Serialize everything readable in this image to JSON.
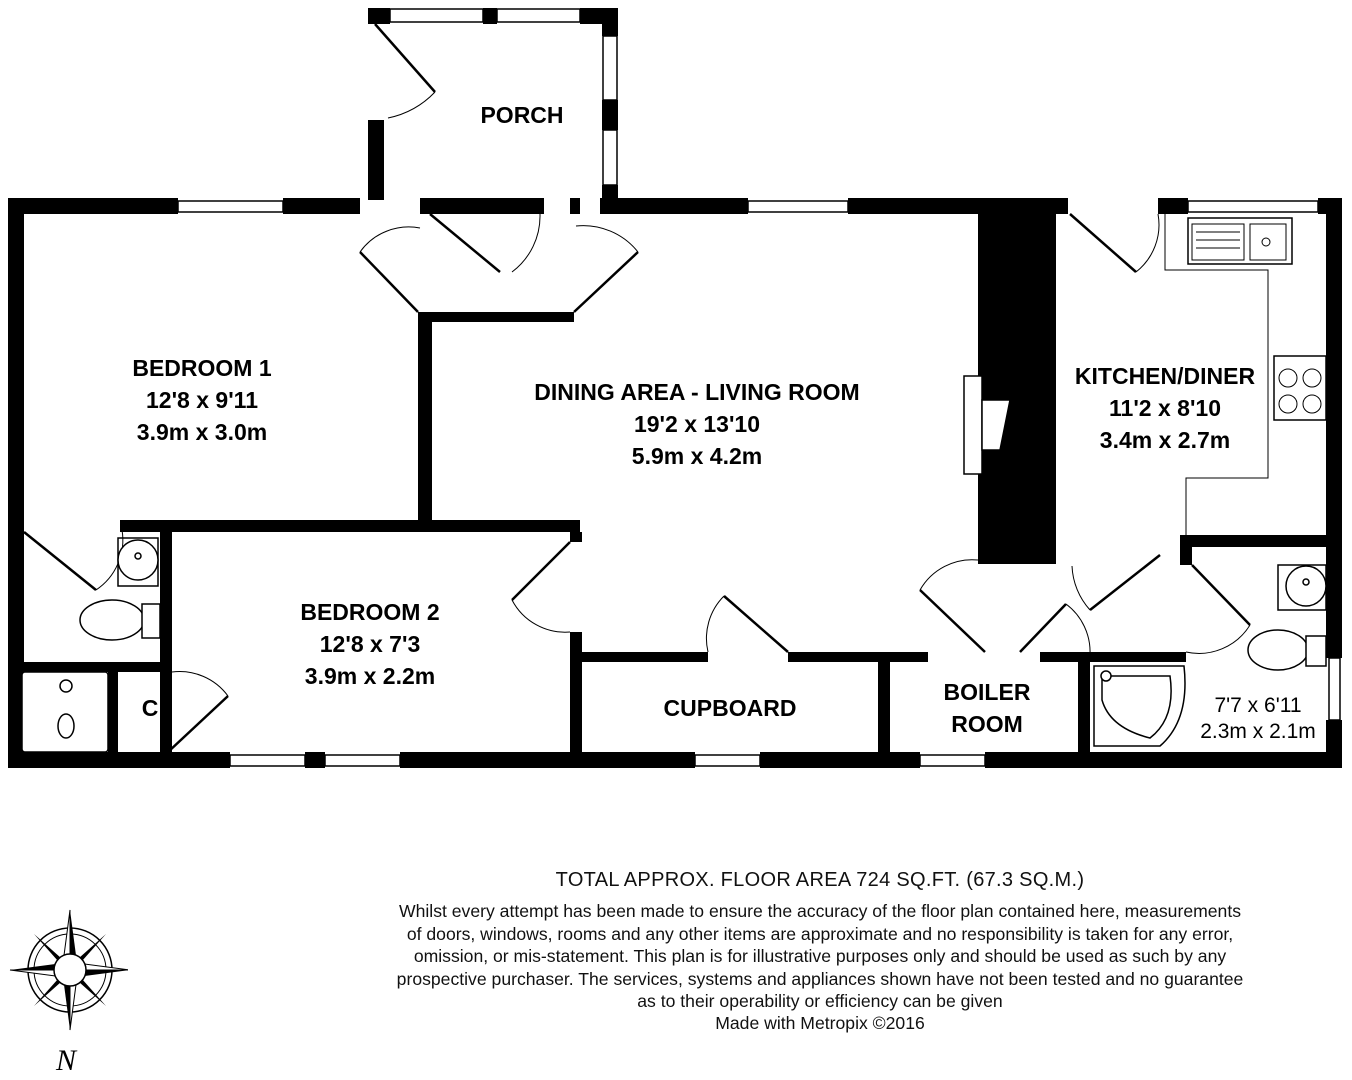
{
  "rooms": {
    "porch": {
      "name": "PORCH"
    },
    "bedroom1": {
      "name": "BEDROOM 1",
      "imperial": "12'8 x 9'11",
      "metric": "3.9m x 3.0m"
    },
    "dining": {
      "name": "DINING AREA - LIVING ROOM",
      "imperial": "19'2 x 13'10",
      "metric": "5.9m x 4.2m"
    },
    "kitchen": {
      "name": "KITCHEN/DINER",
      "imperial": "11'2 x 8'10",
      "metric": "3.4m x 2.7m"
    },
    "bedroom2": {
      "name": "BEDROOM 2",
      "imperial": "12'8 x 7'3",
      "metric": "3.9m x 2.2m"
    },
    "cupboard_small": {
      "name": "C"
    },
    "cupboard": {
      "name": "CUPBOARD"
    },
    "boiler": {
      "line1": "BOILER",
      "line2": "ROOM"
    },
    "bathroom": {
      "imperial": "7'7 x 6'11",
      "metric": "2.3m x 2.1m"
    }
  },
  "footer": {
    "total_area": "TOTAL APPROX. FLOOR AREA 724 SQ.FT. (67.3 SQ.M.)",
    "disclaimer_lines": [
      "Whilst every attempt has been made to ensure the accuracy of the floor plan contained here, measurements",
      "of doors, windows, rooms and any other items are approximate and no responsibility is taken for any error,",
      "omission, or mis-statement. This plan is for illustrative purposes only and should be used as such by any",
      "prospective purchaser. The services, systems and appliances shown have not been tested and no guarantee",
      "as to their operability or efficiency can be given"
    ],
    "credit": "Made with Metropix ©2016"
  },
  "compass": {
    "north_label": "N"
  }
}
